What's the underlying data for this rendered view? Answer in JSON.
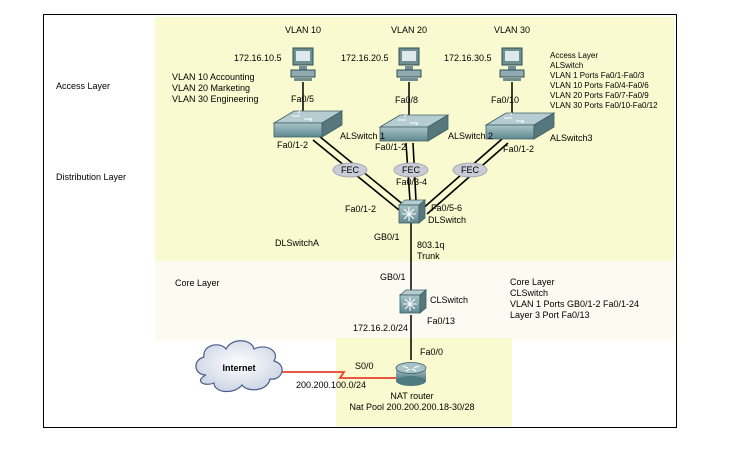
{
  "layers": {
    "access": "Access Layer",
    "distribution": "Distribution Layer",
    "core": "Core Layer"
  },
  "vlans": [
    {
      "name": "VLAN 10",
      "pc_ip": "172.16.10.5",
      "port": "Fa0/5"
    },
    {
      "name": "VLAN 20",
      "pc_ip": "172.16.20.5",
      "port": "Fa0/8"
    },
    {
      "name": "VLAN 30",
      "pc_ip": "172.16.30.5",
      "port": "Fa0/10"
    }
  ],
  "vlan_names": [
    "VLAN 10 Accounting",
    "VLAN 20 Marketing",
    "VLAN 30 Engineering"
  ],
  "access_info": [
    "Access Layer",
    "ALSwitch",
    "VLAN 1 Ports Fa0/1-Fa0/3",
    "VLAN 10 Ports Fa0/4-Fa0/6",
    "VLAN 20 Ports Fa0/7-Fa0/9",
    "VLAN 30 Ports Fa0/10-Fa0/12"
  ],
  "switches": {
    "al1": "ALSwitch 1",
    "al2": "ALSwitch 2",
    "al3": "ALSwitch3",
    "dl": "DLSwitch",
    "dl_a": "DLSwitchA",
    "cl": "CLSwitch"
  },
  "ports": {
    "al1_uplink": "Fa0/1-2",
    "al2_uplink": "Fa0/1-2",
    "al3_uplink": "Fa0/1-2",
    "dl_left": "Fa0/1-2",
    "dl_mid": "Fa0/3-4",
    "dl_right": "Fa0/5-6",
    "dl_gb": "GB0/1",
    "trunk_line1": "803.1q",
    "trunk_line2": "Trunk",
    "cl_gb": "GB0/1",
    "cl_fa": "Fa0/13",
    "core_net": "172.16.2.0/24",
    "router_fa": "Fa0/0",
    "router_s": "S0/0",
    "wan_net": "200.200.100.0/24"
  },
  "fec_label": "FEC",
  "core_info": [
    "Core Layer",
    "CLSwitch",
    "VLAN 1 Ports GB0/1-2 Fa0/1-24",
    "Layer 3 Port Fa0/13"
  ],
  "router": {
    "name": "NAT router",
    "pool": "Nat Pool 200.200.200.18-30/28"
  },
  "cloud_label": "Internet",
  "colors": {
    "access_bg": "#fafad0",
    "core_bg": "#fbfbf2",
    "router_bg": "#fafad0",
    "switch": "#7fa3a8",
    "fec": "#c8ccd6",
    "serial": "#e8402c"
  }
}
